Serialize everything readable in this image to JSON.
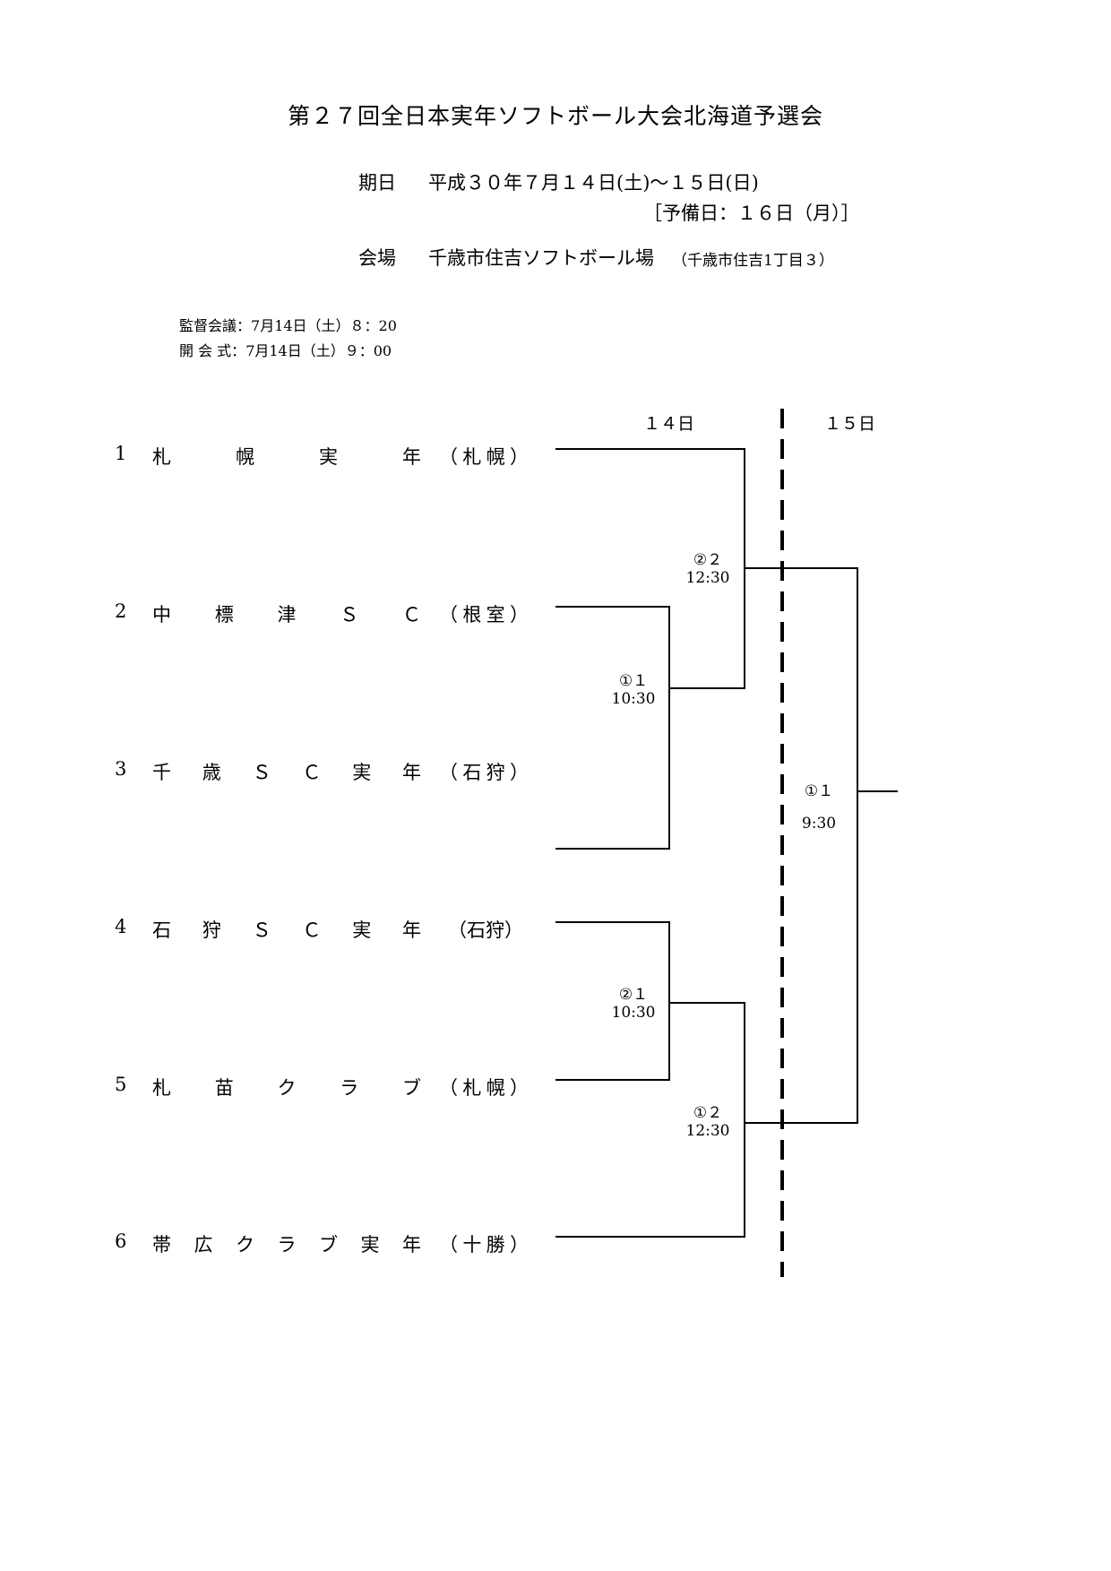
{
  "header": {
    "title": "第２７回全日本実年ソフトボール大会北海道予選会",
    "date_label": "期日",
    "date_value": "平成３０年７月１４日(土)～１５日(日)",
    "reserve_date": "［予備日：１６日（月）］",
    "venue_label": "会場",
    "venue_value": "千歳市住吉ソフトボール場",
    "venue_address": "（千歳市住吉1丁目３）"
  },
  "meetings": [
    {
      "label": "監督会議：",
      "value": "7月14日（土）８：20"
    },
    {
      "label": "開 会 式：",
      "value": "7月14日（土）９：00"
    }
  ],
  "days": {
    "day1": "１４日",
    "day2": "１５日"
  },
  "teams": [
    {
      "num": "1",
      "name": [
        "札",
        "幌",
        "実",
        "年"
      ],
      "pref": [
        "（",
        "札",
        "幌",
        "）"
      ]
    },
    {
      "num": "2",
      "name": [
        "中",
        "標",
        "津",
        "Ｓ",
        "Ｃ"
      ],
      "pref": [
        "（",
        "根",
        "室",
        "）"
      ]
    },
    {
      "num": "3",
      "name": [
        "千",
        "歳",
        "Ｓ",
        "Ｃ",
        "実",
        "年"
      ],
      "pref": [
        "（",
        "石",
        "狩",
        "）"
      ]
    },
    {
      "num": "4",
      "name": [
        "石",
        "狩",
        "Ｓ",
        "Ｃ",
        "実",
        "年"
      ],
      "pref": [
        "（石狩）"
      ]
    },
    {
      "num": "5",
      "name": [
        "札",
        "苗",
        "ク",
        "ラ",
        "ブ"
      ],
      "pref": [
        "（",
        "札",
        "幌",
        "）"
      ]
    },
    {
      "num": "6",
      "name": [
        "帯",
        "広",
        "ク",
        "ラ",
        "ブ",
        "実",
        "年"
      ],
      "pref": [
        "（",
        "十",
        "勝",
        "）"
      ]
    }
  ],
  "games": {
    "g1": {
      "code": "①１",
      "time": "10:30"
    },
    "g2": {
      "code": "②１",
      "time": "10:30"
    },
    "g3": {
      "code": "②２",
      "time": "12:30"
    },
    "g4": {
      "code": "①２",
      "time": "12:30"
    },
    "final": {
      "code": "①１",
      "time": "9:30"
    }
  }
}
